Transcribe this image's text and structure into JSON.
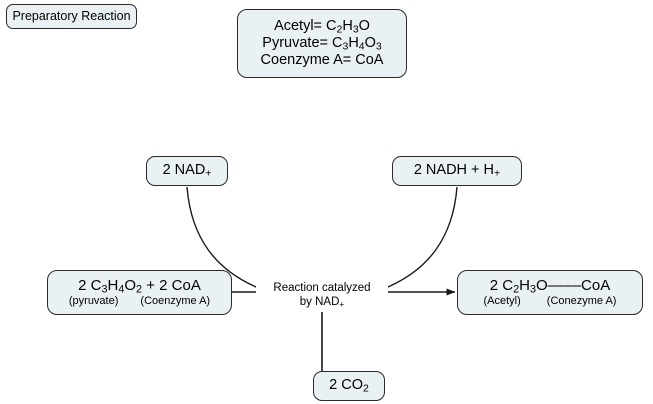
{
  "page": {
    "background_color": "#ffffff",
    "box_fill_color": "#eaf1f4",
    "box_border_color": "#2b2b2b",
    "line_color": "#1a1a1a"
  },
  "title_box": {
    "label": "Preparatory Reaction"
  },
  "legend_box": {
    "lines": [
      "Acetyl= C2H3O",
      "Pyruvate= C3H4O3",
      "Coenzyme A= CoA"
    ],
    "line1": {
      "prefix": "Acetyl= C",
      "s1": "2",
      "mid": "H",
      "s2": "3",
      "suffix": "O"
    },
    "line2": {
      "prefix": "Pyruvate= C",
      "s1": "3",
      "mid": "H",
      "s2": "4",
      "suffix": "O",
      "s3": "3"
    },
    "line3": {
      "text": "Coenzyme A= CoA"
    }
  },
  "cofactor_in": {
    "label": "2 NAD",
    "charge": "+"
  },
  "cofactor_out": {
    "label": "2 NADH + H",
    "charge": "+"
  },
  "reactants_box": {
    "coefficient": "2 ",
    "formula_prefix": "C",
    "sub1": "3",
    "formula_mid1": "H",
    "sub2": "4",
    "formula_mid2": "O",
    "sub3": "2",
    "formula_suffix": " + 2 CoA",
    "sublabel_left": "(pyruvate)",
    "sublabel_right": "(Coenzyme A)"
  },
  "products_box": {
    "coefficient": "2 ",
    "formula_prefix": "C",
    "sub1": "2",
    "formula_mid1": "H",
    "sub2": "3",
    "formula_suffix": "O––––CoA",
    "sublabel_left": "(Acetyl)",
    "sublabel_right": "(Conezyme A)"
  },
  "byproduct_box": {
    "label": "2 CO",
    "sub": "2"
  },
  "center_caption": {
    "line1": "Reaction catalyzed",
    "line2_prefix": "by NAD",
    "line2_charge": "+"
  }
}
